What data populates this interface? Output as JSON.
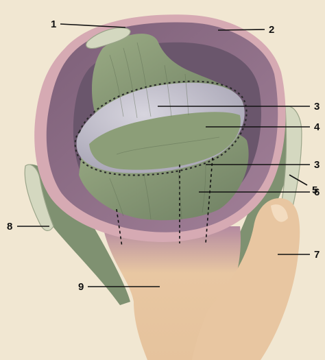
{
  "labels": [
    {
      "id": "1",
      "text": "1"
    },
    {
      "id": "2",
      "text": "2"
    },
    {
      "id": "3a",
      "text": "3"
    },
    {
      "id": "4",
      "text": "4"
    },
    {
      "id": "3b",
      "text": "3"
    },
    {
      "id": "5",
      "text": "5"
    },
    {
      "id": "6",
      "text": "6"
    },
    {
      "id": "7",
      "text": "7"
    },
    {
      "id": "8",
      "text": "8"
    },
    {
      "id": "9",
      "text": "9"
    }
  ],
  "colors": {
    "background": "#f1e7d2",
    "wall_pink": "#cfa3ae",
    "wall_purple": "#8b6c84",
    "wall_dark": "#5e4a62",
    "muscle_green": "#8d9e78",
    "muscle_dark": "#6a7a5c",
    "membrane_gray": "#c3c0cc",
    "cut_surface": "#d4d8c0",
    "skin_tan": "#e6c6a0"
  }
}
